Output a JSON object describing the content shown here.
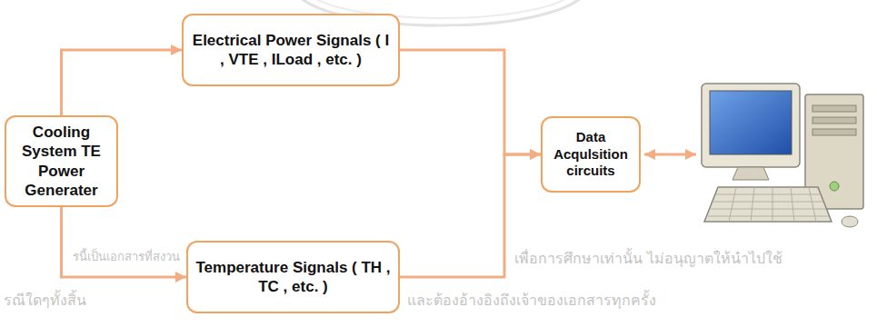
{
  "diagram": {
    "nodes": [
      {
        "text": [
          "Cooling System TE Power Generater"
        ]
      },
      {
        "text": [
          "Electrical Power Signals ( I , VTE , ILoad , etc. )"
        ]
      },
      {
        "text": [
          "Temperature Signals ( TH , TC , etc. )"
        ]
      },
      {
        "text": [
          "Data Acqulsition circuits"
        ]
      }
    ],
    "edges": [
      {
        "from": 0,
        "to": 1,
        "arrow": "to"
      },
      {
        "from": 0,
        "to": 2,
        "arrow": "to"
      },
      {
        "from": 1,
        "to": 3,
        "arrow": "to"
      },
      {
        "from": 2,
        "to": 3,
        "arrow": "to"
      }
    ],
    "labels": [
      "รนี้เป็นเอกสารที่สงวน",
      "เพื่อการศึกษาเท่านั้น ไม่อนุญาตให้นำไปใช้",
      "รณีใดๆทั้งสิ้น",
      "และต้องอ้างอิงถึงเจ้าของเอกสารทุกครั้ง"
    ]
  }
}
